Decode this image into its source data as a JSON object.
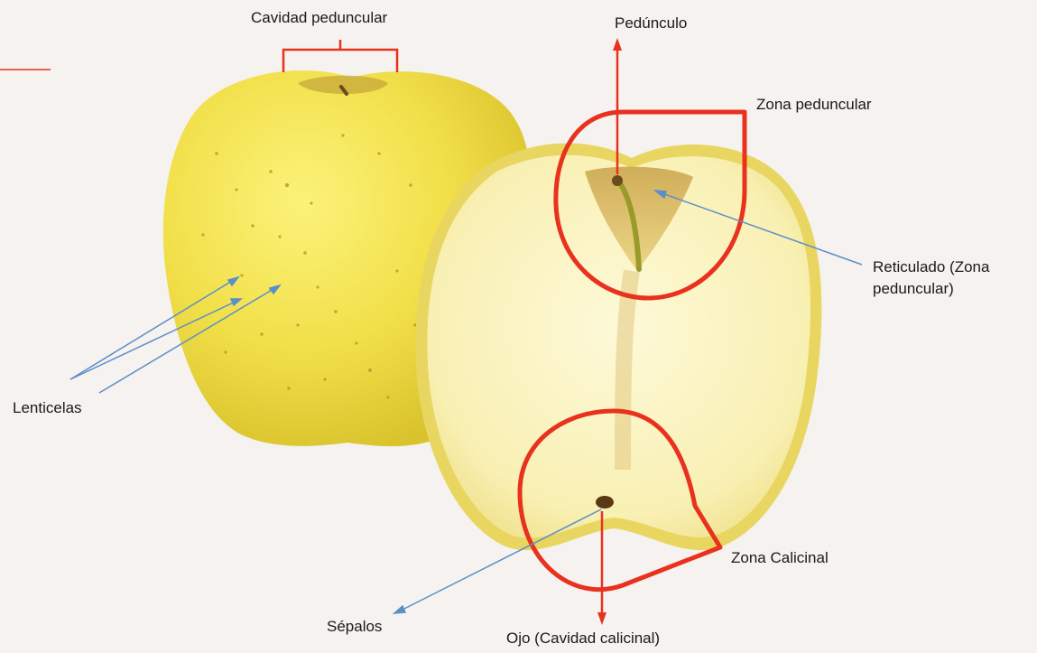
{
  "labels": {
    "cavidad_peduncular": "Cavidad peduncular",
    "pedunculo": "Pedúnculo",
    "zona_peduncular": "Zona peduncular",
    "reticulado": "Reticulado (Zona peduncular)",
    "lenticelas": "Lenticelas",
    "zona_calicinal": "Zona Calicinal",
    "sepalos": "Sépalos",
    "ojo": "Ojo (Cavidad calicinal)"
  },
  "colors": {
    "background": "#f5f2ef",
    "highlight_red": "#e8321e",
    "pointer_blue": "#5b8fc8",
    "apple_skin": "#f2e256",
    "apple_flesh": "#fbf6c8"
  }
}
